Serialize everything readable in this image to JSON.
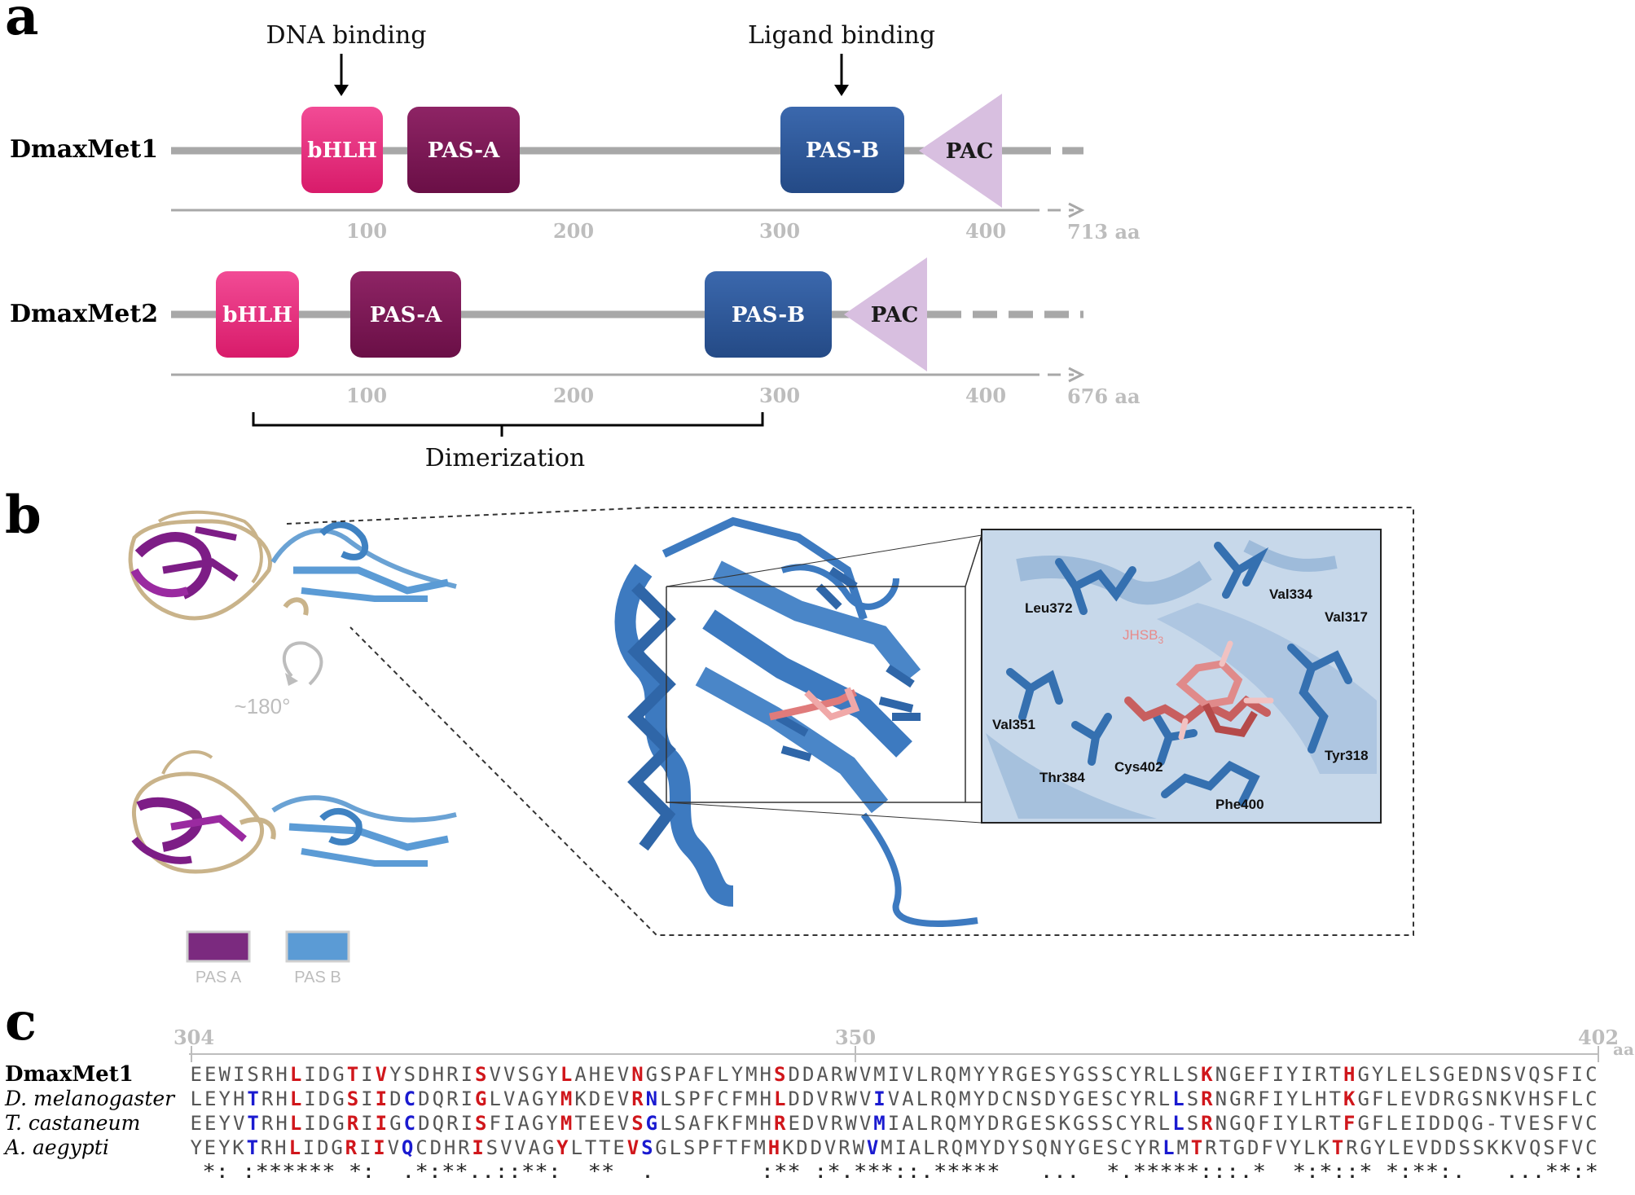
{
  "panel_a": {
    "letter": "a",
    "dna_binding": "DNA binding",
    "ligand_binding": "Ligand binding",
    "dimerization": "Dimerization",
    "proteins": [
      {
        "name": "DmaxMet1",
        "length_label": "713 aa",
        "domains": [
          "bHLH",
          "PAS-A",
          "PAS-B",
          "PAC"
        ],
        "ticks": [
          "100",
          "200",
          "300",
          "400"
        ]
      },
      {
        "name": "DmaxMet2",
        "length_label": "676 aa",
        "domains": [
          "bHLH",
          "PAS-A",
          "PAS-B",
          "PAC"
        ],
        "ticks": [
          "100",
          "200",
          "300",
          "400"
        ]
      }
    ],
    "colors": {
      "bHLH": "#e8267a",
      "PAS-A": "#7a1352",
      "PAS-B": "#2c5597",
      "PAC": "#d8bfe0",
      "backbone": "#a8a8a8"
    }
  },
  "panel_b": {
    "letter": "b",
    "rotation": "~180°",
    "ligand": "JHSB",
    "ligand_sub": "3",
    "residues": [
      "Leu372",
      "Val334",
      "Val317",
      "Val351",
      "Thr384",
      "Cys402",
      "Tyr318",
      "Phe400"
    ],
    "legend": [
      {
        "label": "PAS A",
        "color": "#7b2a7f"
      },
      {
        "label": "PAS B",
        "color": "#5b9bd5"
      }
    ]
  },
  "panel_c": {
    "letter": "c",
    "ruler": {
      "start": "304",
      "mid": "350",
      "end": "402",
      "unit": "aa"
    },
    "rows": [
      {
        "name": "DmaxMet1",
        "style": "bold",
        "seq": "EEWISRHLIDGTIVYSDHRISVVSGYLAHEVNGSPAFLYMHSDDARWVMIVLRQMYYRGESYGSSCYRLLSKNGEFIYIRTHGYLELSGEDNSVQSFIC"
      },
      {
        "name": "D. melanogaster",
        "style": "italic",
        "seq": "LEYHTRHLIDGSIIDCDQRIGLVAGYMKDEVRNLSPFCFMHLDDVRWVIVALRQMYDCNSDYGESCYRLLSRNGRFIYLHTKGFLEVDRGSNKVHSFLC"
      },
      {
        "name": "T. castaneum",
        "style": "italic",
        "seq": "EEYVTRHLIDGRIIGCDQRISFIAGYMTEEVSGLSAFKFMHREDVRWVMIALRQMYDRGESKGSSCYRLLSRNGQFIYLRTFGFLEIDDQG-TVESFVC"
      },
      {
        "name": "A. aegypti",
        "style": "italic",
        "seq": "YEYKTRHLIDGRIIVQCDHRISVVAGYLTTEVSGLSPFTFMHKDDVRWVMIALRQMYDYSQNYGESCYRLMTRTGDFVYLKTRGYLEVDDSSKKVQSFVC"
      }
    ],
    "consensus": " *: :****** *:  .*:**..::**:  **  .        :** :*.***::.*****   ...  *.*****:::.*  *:*::* *:**:.   ...**:*"
  }
}
